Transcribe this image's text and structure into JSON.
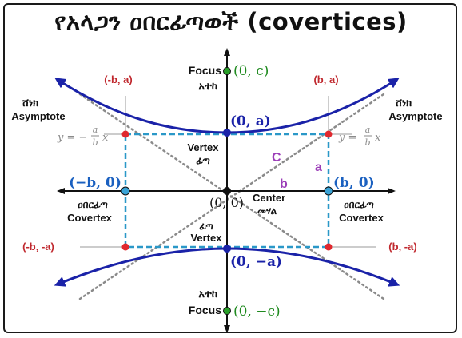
{
  "title": "የአላጋን ዐበርፊጣወች (covertices)",
  "labels": {
    "focus_top_word": "Focus",
    "focus_top_am": "አተከ",
    "focus_top_coord": "(0, c)",
    "focus_bottom_am": "አተከ",
    "focus_bottom_word": "Focus",
    "focus_bottom_coord": "(0, −c)",
    "vertex_top_coord": "(0, a)",
    "vertex_top_word": "Vertex",
    "vertex_top_am": "ፊጣ",
    "vertex_bottom_am": "ፊጣ",
    "vertex_bottom_word": "Vertex",
    "vertex_bottom_coord": "(0, −a)",
    "corner_tl": "(-b, a)",
    "corner_tr": "(b, a)",
    "corner_bl": "(-b, -a)",
    "corner_br": "(b, -a)",
    "asym_left_am": "ሸነክ",
    "asym_left_word": "Asymptote",
    "asym_right_am": "ሸነክ",
    "asym_right_word": "Asymptote",
    "eq_left": "y = −",
    "eq_right": "y =",
    "eq_a": "a",
    "eq_b": "b",
    "eq_x": "x",
    "label_c": "C",
    "label_a": "a",
    "label_b": "b",
    "covertex_left_coord": "(−b, 0)",
    "covertex_left_am": "ዐበርፊጣ",
    "covertex_left_word": "Covertex",
    "covertex_right_coord": "(b, 0)",
    "covertex_right_am": "ዐበርፊጣ",
    "covertex_right_word": "Covertex",
    "origin_coord": "(0, 0)",
    "center_word": "Center",
    "center_am": "መሃል"
  },
  "colors": {
    "hyperbola": "#1a22a8",
    "axes": "#111111",
    "rectangle": "#2a98c8",
    "asymptote": "#8a8a8a",
    "corner_point": "#e0282e",
    "corner_label": "#c0282e",
    "focus_point": "#2aa02a",
    "focus_label": "#1e8a1e",
    "vertex_label": "#1a22a8",
    "covertex_point": "#3aa3d6",
    "covertex_label": "#1a60c0",
    "segment_label": "#9b3db8"
  },
  "icons": {
    "hyperbola_arrows": "arrowhead",
    "axis_arrows": "arrowhead"
  }
}
